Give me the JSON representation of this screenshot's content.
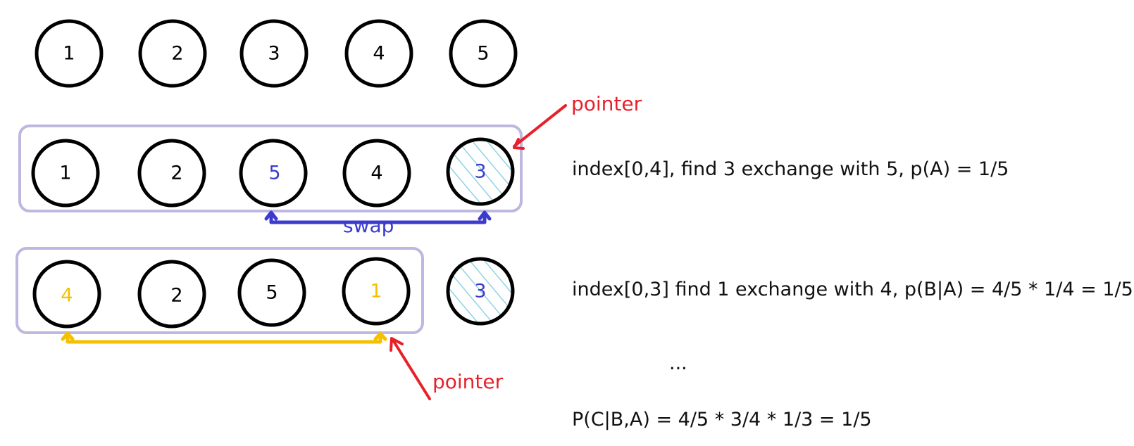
{
  "rows": [
    {
      "nodes": [
        {
          "label": "1",
          "color": "#000000",
          "hatched": false
        },
        {
          "label": "2",
          "color": "#000000",
          "hatched": false
        },
        {
          "label": "3",
          "color": "#000000",
          "hatched": false
        },
        {
          "label": "4",
          "color": "#000000",
          "hatched": false
        },
        {
          "label": "5",
          "color": "#000000",
          "hatched": false
        }
      ]
    },
    {
      "nodes": [
        {
          "label": "1",
          "color": "#000000",
          "hatched": false
        },
        {
          "label": "2",
          "color": "#000000",
          "hatched": false
        },
        {
          "label": "5",
          "color": "#3b3bd0",
          "hatched": false
        },
        {
          "label": "4",
          "color": "#000000",
          "hatched": false
        },
        {
          "label": "3",
          "color": "#3b3bd0",
          "hatched": true
        }
      ],
      "note": "index[0,4], find 3 exchange with 5, p(A) = 1/5"
    },
    {
      "nodes": [
        {
          "label": "4",
          "color": "#f5c000",
          "hatched": false
        },
        {
          "label": "2",
          "color": "#000000",
          "hatched": false
        },
        {
          "label": "5",
          "color": "#000000",
          "hatched": false
        },
        {
          "label": "1",
          "color": "#f5c000",
          "hatched": false
        },
        {
          "label": "3",
          "color": "#3b3bd0",
          "hatched": true
        }
      ],
      "note": "index[0,3] find 1 exchange with 4, p(B|A) = 4/5 * 1/4 = 1/5"
    }
  ],
  "labels": {
    "pointer_top": "pointer",
    "pointer_bottom": "pointer",
    "swap": "swap",
    "ellipsis": "...",
    "final_formula": "P(C|B,A) = 4/5 * 3/4 * 1/3 = 1/5"
  },
  "colors": {
    "pointer": "#e8202a",
    "swap_arrow": "#3b3bd0",
    "swap_arrow_2": "#f5c000",
    "frame": "#bdb8e0",
    "hatch": "#8fd3e6"
  }
}
